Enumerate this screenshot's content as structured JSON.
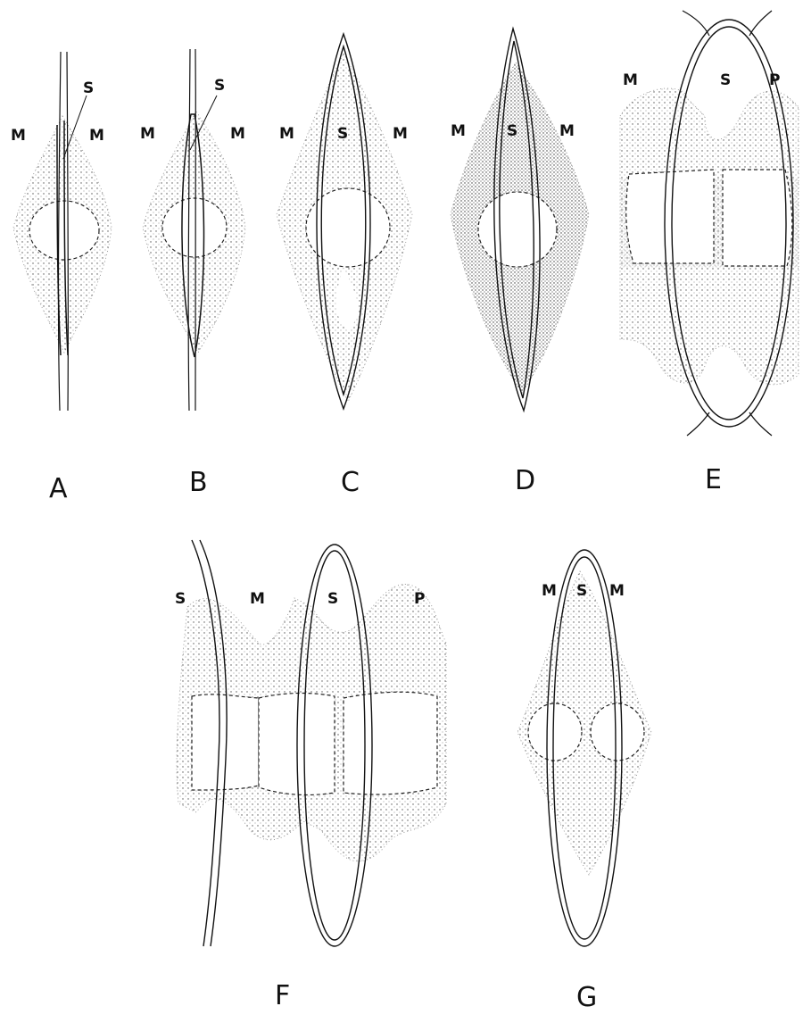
{
  "labels": {
    "A": {
      "panel": "A",
      "left": "M",
      "right": "M",
      "s": "S"
    },
    "B": {
      "panel": "B",
      "left": "M",
      "right": "M",
      "s": "S"
    },
    "C": {
      "panel": "C",
      "left": "M",
      "center": "S",
      "right": "M"
    },
    "D": {
      "panel": "D",
      "left": "M",
      "center": "S",
      "right": "M"
    },
    "E": {
      "panel": "E",
      "left": "M",
      "center": "S",
      "right": "P"
    },
    "F": {
      "panel": "F",
      "s1": "S",
      "m": "M",
      "s2": "S",
      "p": "P"
    },
    "G": {
      "panel": "G",
      "left": "M",
      "center": "S",
      "right": "M"
    }
  },
  "colors": {
    "ink": "#111111",
    "stipple": "#444444"
  }
}
